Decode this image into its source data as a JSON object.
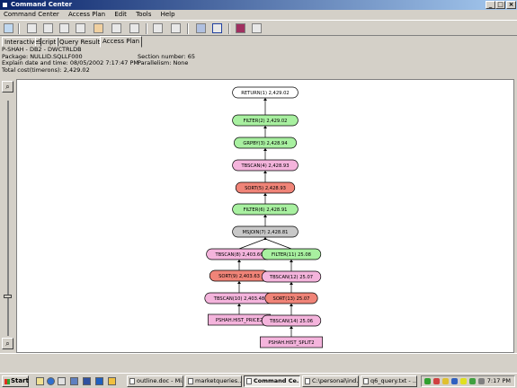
{
  "window": {
    "title": "Command Center"
  },
  "menu": [
    "Command Center",
    "Access Plan",
    "Edit",
    "Tools",
    "Help"
  ],
  "tabs": [
    "Interactive",
    "Script",
    "Query Results",
    "Access Plan"
  ],
  "info": {
    "line1": "P-SHAH - DB2 - DWCTRLDB",
    "line2": "Package: NULLID.SQLLF000",
    "line3": "Explain date and time: 08/05/2002 7:17:47 PM",
    "line4": "Total cost(timerons): 2,429.02",
    "section": "Section number: 65",
    "parallelism": "Parallelism: None"
  },
  "colors": {
    "return": "#ffffff",
    "filter": "#a8f0a0",
    "grpby": "#a8f0a0",
    "tbscan": "#f4b4dc",
    "sort": "#f08478",
    "msjoin": "#c8c8c8",
    "table": "#f4b4dc"
  },
  "plan": [
    {
      "id": "return",
      "label": "RETURN(1) 2,429.02",
      "type": "return"
    },
    {
      "id": "filter2",
      "label": "FILTER(2) 2,429.02",
      "type": "filter"
    },
    {
      "id": "grpby3",
      "label": "GRPBY(3) 2,428.94",
      "type": "grpby"
    },
    {
      "id": "tbscan4",
      "label": "TBSCAN(4) 2,428.93",
      "type": "tbscan"
    },
    {
      "id": "sort5",
      "label": "SORT(5) 2,428.93",
      "type": "sort"
    },
    {
      "id": "filter6",
      "label": "FILTER(6) 2,428.91",
      "type": "filter"
    },
    {
      "id": "msjoin7",
      "label": "MSJOIN(7) 2,428.81",
      "type": "msjoin"
    },
    {
      "id": "tbscan8",
      "label": "TBSCAN(8) 2,403.66",
      "type": "tbscan"
    },
    {
      "id": "filter11",
      "label": "FILTER(11) 25.08",
      "type": "filter"
    },
    {
      "id": "sort9",
      "label": "SORT(9) 2,403.63",
      "type": "sort"
    },
    {
      "id": "tbscan12",
      "label": "TBSCAN(12) 25.07",
      "type": "tbscan"
    },
    {
      "id": "tbscan10",
      "label": "TBSCAN(10) 2,403.48",
      "type": "tbscan"
    },
    {
      "id": "sort13",
      "label": "SORT(13) 25.07",
      "type": "sort"
    },
    {
      "id": "table1",
      "label": "PSHAH.HIST_PRICE2",
      "type": "table"
    },
    {
      "id": "tbscan14",
      "label": "TBSCAN(14) 25.06",
      "type": "tbscan"
    },
    {
      "id": "table2",
      "label": "PSHAH.HIST_SPLIT2",
      "type": "table"
    }
  ],
  "taskbar": {
    "start": "Start",
    "buttons": [
      "outline.doc - Mi...",
      "marketqueries....",
      "Command Ce...",
      "C:\\personal\\ind...",
      "q6_query.txt - ..."
    ],
    "clock": "7:17 PM"
  }
}
